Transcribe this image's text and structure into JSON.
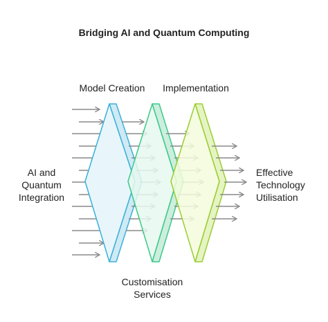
{
  "title": "Bridging AI and Quantum Computing",
  "labels": {
    "model_creation": "Model Creation",
    "implementation": "Implementation",
    "input": [
      "AI and",
      "Quantum",
      "Integration"
    ],
    "output": [
      "Effective",
      "Technology",
      "Utilisation"
    ],
    "bottom": [
      "Customisation",
      "Services"
    ]
  },
  "colors": {
    "panel1_fill": "#e8f6fb",
    "panel1_stroke": "#3ab0d8",
    "panel2_fill": "#e6f8ef",
    "panel2_stroke": "#3cc98a",
    "panel3_fill": "#f3fbdc",
    "panel3_stroke": "#9acd32",
    "arrow": "#8a8a8a"
  },
  "icons": [
    "arrow-right-icon"
  ]
}
